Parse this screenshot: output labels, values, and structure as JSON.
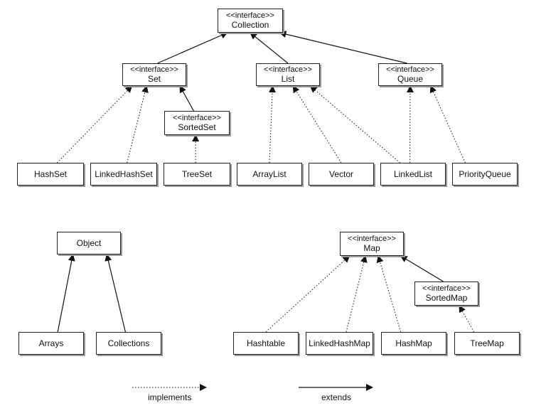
{
  "nodes": {
    "collection": {
      "stereotype": "<<interface>>",
      "label": "Collection"
    },
    "set": {
      "stereotype": "<<interface>>",
      "label": "Set"
    },
    "list": {
      "stereotype": "<<interface>>",
      "label": "List"
    },
    "queue": {
      "stereotype": "<<interface>>",
      "label": "Queue"
    },
    "sortedset": {
      "stereotype": "<<interface>>",
      "label": "SortedSet"
    },
    "hashset": {
      "label": "HashSet"
    },
    "linkedhashset": {
      "label": "LinkedHashSet"
    },
    "treeset": {
      "label": "TreeSet"
    },
    "arraylist": {
      "label": "ArrayList"
    },
    "vector": {
      "label": "Vector"
    },
    "linkedlist": {
      "label": "LinkedList"
    },
    "priorityqueue": {
      "label": "PriorityQueue"
    },
    "object": {
      "label": "Object"
    },
    "arrays": {
      "label": "Arrays"
    },
    "collections": {
      "label": "Collections"
    },
    "map": {
      "stereotype": "<<interface>>",
      "label": "Map"
    },
    "sortedmap": {
      "stereotype": "<<interface>>",
      "label": "SortedMap"
    },
    "hashtable": {
      "label": "Hashtable"
    },
    "linkedhashmap": {
      "label": "LinkedHashMap"
    },
    "hashmap": {
      "label": "HashMap"
    },
    "treemap": {
      "label": "TreeMap"
    }
  },
  "edges": [
    {
      "from": "set",
      "to": "collection",
      "kind": "extends"
    },
    {
      "from": "list",
      "to": "collection",
      "kind": "extends"
    },
    {
      "from": "queue",
      "to": "collection",
      "kind": "extends"
    },
    {
      "from": "sortedset",
      "to": "set",
      "kind": "extends"
    },
    {
      "from": "hashset",
      "to": "set",
      "kind": "implements"
    },
    {
      "from": "linkedhashset",
      "to": "set",
      "kind": "implements"
    },
    {
      "from": "treeset",
      "to": "sortedset",
      "kind": "implements"
    },
    {
      "from": "arraylist",
      "to": "list",
      "kind": "implements"
    },
    {
      "from": "vector",
      "to": "list",
      "kind": "implements"
    },
    {
      "from": "linkedlist",
      "to": "list",
      "kind": "implements"
    },
    {
      "from": "linkedlist",
      "to": "queue",
      "kind": "implements"
    },
    {
      "from": "priorityqueue",
      "to": "queue",
      "kind": "implements"
    },
    {
      "from": "arrays",
      "to": "object",
      "kind": "extends"
    },
    {
      "from": "collections",
      "to": "object",
      "kind": "extends"
    },
    {
      "from": "sortedmap",
      "to": "map",
      "kind": "extends"
    },
    {
      "from": "hashtable",
      "to": "map",
      "kind": "implements"
    },
    {
      "from": "linkedhashmap",
      "to": "map",
      "kind": "implements"
    },
    {
      "from": "hashmap",
      "to": "map",
      "kind": "implements"
    },
    {
      "from": "treemap",
      "to": "sortedmap",
      "kind": "implements"
    }
  ],
  "legend": {
    "implements": "implements",
    "extends": "extends"
  }
}
